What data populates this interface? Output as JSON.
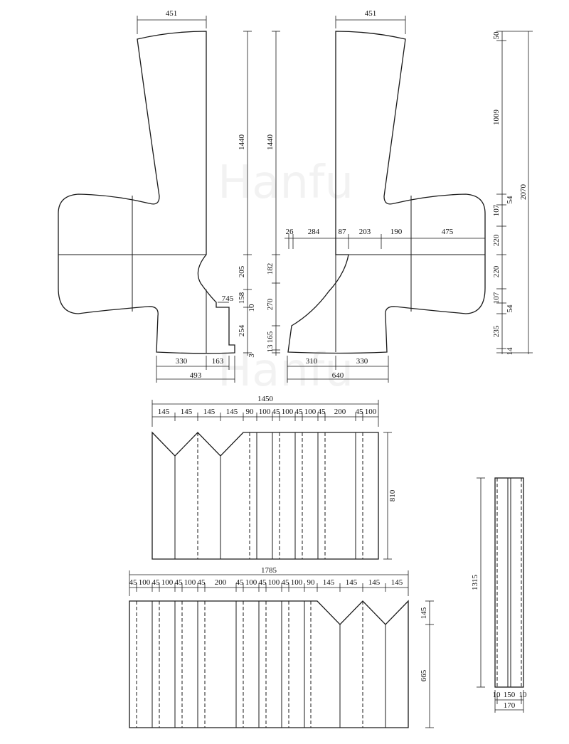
{
  "watermark": "Hanfu",
  "colors": {
    "line": "#1a1a1a",
    "text": "#111111",
    "paper": "#ffffff"
  },
  "left_bodice": {
    "top_width": "451",
    "height_to_armhole": "1440",
    "neck_drop": "205",
    "neck_a": "745",
    "neck_b": "158",
    "neck_c": "10",
    "neck_d": "254",
    "neck_e": "3",
    "bottom_a": "330",
    "bottom_b": "163",
    "bottom_total": "493"
  },
  "right_bodice": {
    "top_width": "451",
    "height_to_armhole": "1440",
    "neck_a": "182",
    "neck_b": "270",
    "neck_c": "165",
    "neck_d": "13",
    "row": [
      "26",
      "284",
      "87",
      "203",
      "190",
      "475"
    ],
    "bottom_a": "310",
    "bottom_b": "330",
    "bottom_total": "640"
  },
  "right_column": [
    "50",
    "1009",
    "107",
    "54",
    "220",
    "220",
    "107",
    "54",
    "235",
    "14"
  ],
  "overall_height": "2070",
  "skirt_top": {
    "total": "1450",
    "segments": [
      "145",
      "145",
      "145",
      "145",
      "90",
      "100",
      "45",
      "100",
      "45",
      "100",
      "45",
      "200",
      "45",
      "100"
    ],
    "height": "810"
  },
  "skirt_bottom": {
    "total": "1785",
    "segments": [
      "45",
      "100",
      "45",
      "100",
      "45",
      "100",
      "45",
      "200",
      "45",
      "100",
      "45",
      "100",
      "45",
      "100",
      "90",
      "145",
      "145",
      "145",
      "145"
    ],
    "pleat_height": "145",
    "height": "665"
  },
  "waistband": {
    "length": "1315",
    "parts": [
      "10",
      "150",
      "10"
    ],
    "total": "170"
  }
}
